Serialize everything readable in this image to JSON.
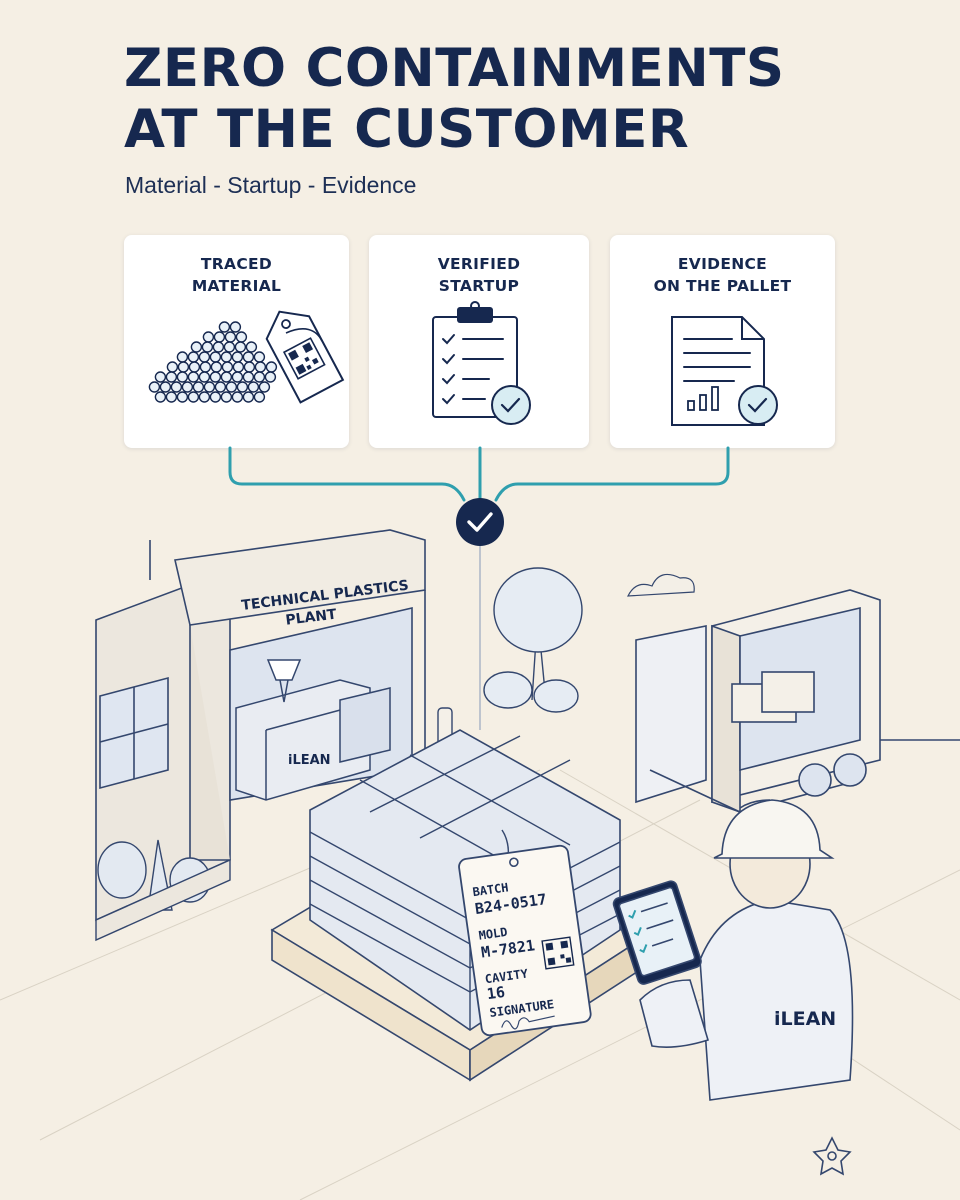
{
  "header": {
    "title_line1": "ZERO CONTAINMENTS",
    "title_line2": "AT THE CUSTOMER",
    "subtitle": "Material - Startup - Evidence"
  },
  "cards": [
    {
      "line1": "TRACED",
      "line2": "MATERIAL",
      "icon": "pellets-tag-icon"
    },
    {
      "line1": "VERIFIED",
      "line2": "STARTUP",
      "icon": "checklist-clipboard-icon"
    },
    {
      "line1": "EVIDENCE",
      "line2": "ON THE PALLET",
      "icon": "report-document-icon"
    }
  ],
  "scene": {
    "plant_sign_line1": "TECHNICAL PLASTICS",
    "plant_sign_line2": "PLANT",
    "machine_brand": "iLEAN",
    "vest_brand": "iLEAN",
    "tag": {
      "batch_label": "BATCH",
      "batch_value": "B24-0517",
      "mold_label": "MOLD",
      "mold_value": "M-7821",
      "cavity_label": "CAVITY",
      "cavity_value": "16",
      "signature_label": "SIGNATURE"
    }
  },
  "colors": {
    "navy": "#16284f",
    "teal": "#2f9fae",
    "background": "#f5efe4",
    "card": "#ffffff",
    "check_fill": "#d8edf3"
  }
}
